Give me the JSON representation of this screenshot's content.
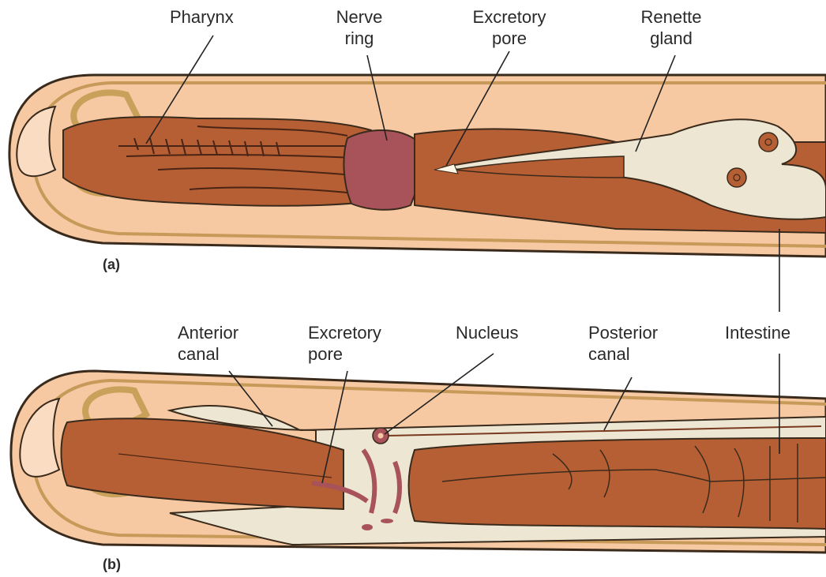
{
  "panels": {
    "a": {
      "tag": "(a)",
      "labels": {
        "pharynx": "Pharynx",
        "nerve_ring": [
          "Nerve",
          "ring"
        ],
        "excretory_pore": [
          "Excretory",
          "pore"
        ],
        "renette_gland": [
          "Renette",
          "gland"
        ]
      }
    },
    "b": {
      "tag": "(b)",
      "labels": {
        "anterior_canal": [
          "Anterior",
          "canal"
        ],
        "excretory_pore": [
          "Excretory",
          "pore"
        ],
        "nucleus": "Nucleus",
        "posterior_canal": [
          "Posterior",
          "canal"
        ],
        "intestine": "Intestine"
      }
    }
  },
  "colors": {
    "body_wall": "#f6c9a2",
    "cuticle_outline": "#3a2a1c",
    "amphid": "#c9a15a",
    "muscle_tissue": "#b65f34",
    "nerve_ring": "#a8525a",
    "gland": "#ece6d2",
    "label_text": "#2a2a2a"
  }
}
